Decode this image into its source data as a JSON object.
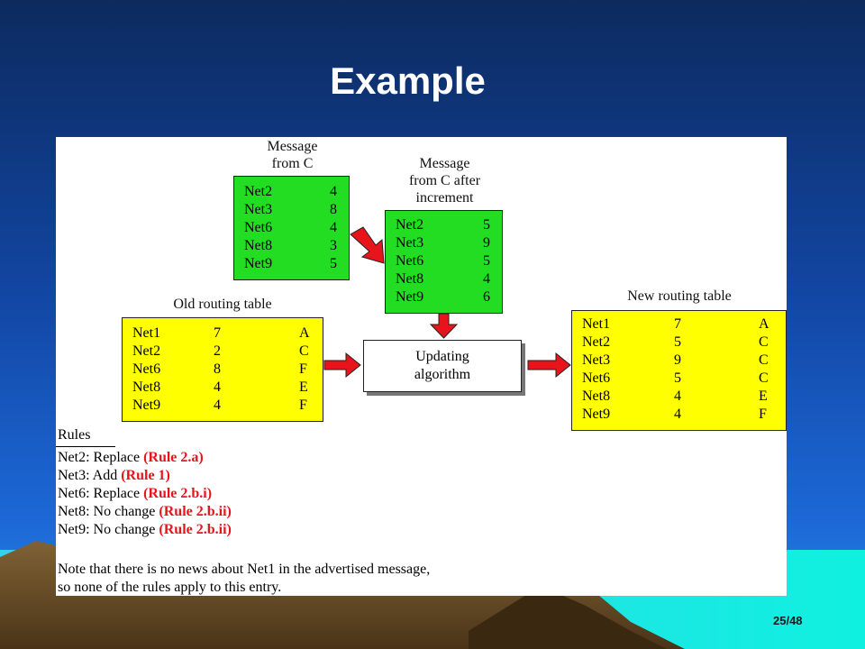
{
  "title": "Example",
  "page_number": "25/48",
  "message_from_c": {
    "caption_line1": "Message",
    "caption_line2": "from C",
    "rows": [
      {
        "net": "Net2",
        "cost": "4"
      },
      {
        "net": "Net3",
        "cost": "8"
      },
      {
        "net": "Net6",
        "cost": "4"
      },
      {
        "net": "Net8",
        "cost": "3"
      },
      {
        "net": "Net9",
        "cost": "5"
      }
    ]
  },
  "message_after_increment": {
    "caption_line1": "Message",
    "caption_line2": "from C after",
    "caption_line3": "increment",
    "rows": [
      {
        "net": "Net2",
        "cost": "5"
      },
      {
        "net": "Net3",
        "cost": "9"
      },
      {
        "net": "Net6",
        "cost": "5"
      },
      {
        "net": "Net8",
        "cost": "4"
      },
      {
        "net": "Net9",
        "cost": "6"
      }
    ]
  },
  "old_table": {
    "caption": "Old routing table",
    "rows": [
      {
        "net": "Net1",
        "cost": "7",
        "next": "A"
      },
      {
        "net": "Net2",
        "cost": "2",
        "next": "C"
      },
      {
        "net": "Net6",
        "cost": "8",
        "next": "F"
      },
      {
        "net": "Net8",
        "cost": "4",
        "next": "E"
      },
      {
        "net": "Net9",
        "cost": "4",
        "next": "F"
      }
    ]
  },
  "new_table": {
    "caption": "New routing table",
    "rows": [
      {
        "net": "Net1",
        "cost": "7",
        "next": "A"
      },
      {
        "net": "Net2",
        "cost": "5",
        "next": "C"
      },
      {
        "net": "Net3",
        "cost": "9",
        "next": "C"
      },
      {
        "net": "Net6",
        "cost": "5",
        "next": "C"
      },
      {
        "net": "Net8",
        "cost": "4",
        "next": "E"
      },
      {
        "net": "Net9",
        "cost": "4",
        "next": "F"
      }
    ]
  },
  "updating": {
    "line1": "Updating",
    "line2": "algorithm"
  },
  "rules": {
    "title": "Rules",
    "items": [
      {
        "text": "Net2: Replace ",
        "tag": "(Rule 2.a)"
      },
      {
        "text": "Net3: Add ",
        "tag": "(Rule 1)"
      },
      {
        "text": "Net6: Replace ",
        "tag": "(Rule 2.b.i)"
      },
      {
        "text": "Net8: No change ",
        "tag": "(Rule 2.b.ii)"
      },
      {
        "text": "Net9: No change ",
        "tag": "(Rule 2.b.ii)"
      }
    ],
    "note_line1": "Note that there is no news about Net1 in the advertised message,",
    "note_line2": "so none of the rules apply to this entry."
  },
  "colors": {
    "message_box": "#22dd22",
    "table_box": "#ffff00",
    "arrow": "#e8141b",
    "rule_tag": "#e8141b"
  }
}
